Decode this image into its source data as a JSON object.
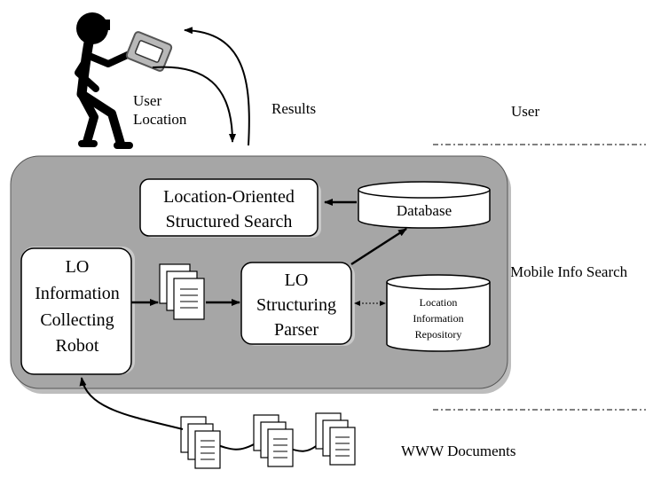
{
  "labels": {
    "user_location_line1": "User",
    "user_location_line2": "Location",
    "results": "Results",
    "user_zone": "User",
    "mobile_info_search": "Mobile Info Search",
    "www_documents": "WWW Documents"
  },
  "boxes": {
    "structured_search": [
      "Location-Oriented",
      "Structured Search"
    ],
    "collecting_robot": [
      "LO",
      "Information",
      "Collecting",
      "Robot"
    ],
    "structuring_parser": [
      "LO",
      "Structuring",
      "Parser"
    ]
  },
  "databases": {
    "database": "Database",
    "repository": [
      "Location",
      "Information",
      "Repository"
    ]
  },
  "colors": {
    "panel_fill": "#a6a6a6",
    "panel_shadow": "#bdbdbd",
    "box_fill": "#ffffff",
    "line": "#000000"
  }
}
